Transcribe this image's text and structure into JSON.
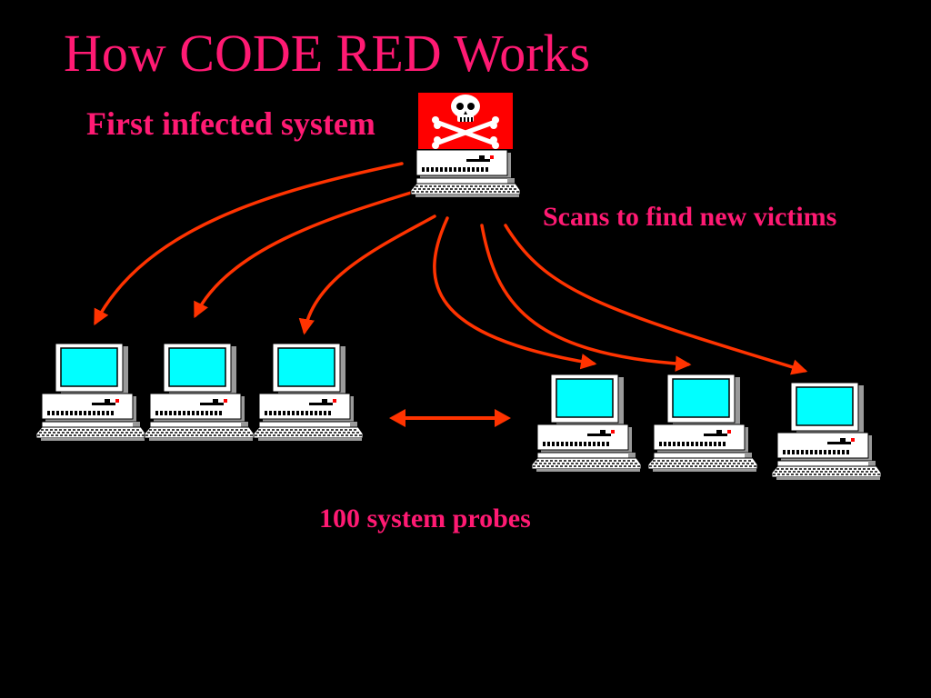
{
  "slide": {
    "title": "How CODE RED Works",
    "first_label": "First infected system",
    "scan_label": "Scans to find new victims",
    "probe_label": "100 system probes"
  },
  "nodes": [
    {
      "id": "infected",
      "icon": "skull-crossbones-icon"
    },
    {
      "id": "victim-1",
      "icon": "computer-icon"
    },
    {
      "id": "victim-2",
      "icon": "computer-icon"
    },
    {
      "id": "victim-3",
      "icon": "computer-icon"
    },
    {
      "id": "victim-4",
      "icon": "computer-icon"
    },
    {
      "id": "victim-5",
      "icon": "computer-icon"
    },
    {
      "id": "victim-6",
      "icon": "computer-icon"
    }
  ],
  "edges": [
    {
      "from": "infected",
      "to": "victim-1"
    },
    {
      "from": "infected",
      "to": "victim-2"
    },
    {
      "from": "infected",
      "to": "victim-3"
    },
    {
      "from": "infected",
      "to": "victim-4"
    },
    {
      "from": "infected",
      "to": "victim-5"
    },
    {
      "from": "infected",
      "to": "victim-6"
    }
  ],
  "colors": {
    "background": "#000000",
    "text": "#ff1a73",
    "arrow": "#ff3300",
    "screen": "#00ffff",
    "skull_bg": "#ff0000"
  }
}
